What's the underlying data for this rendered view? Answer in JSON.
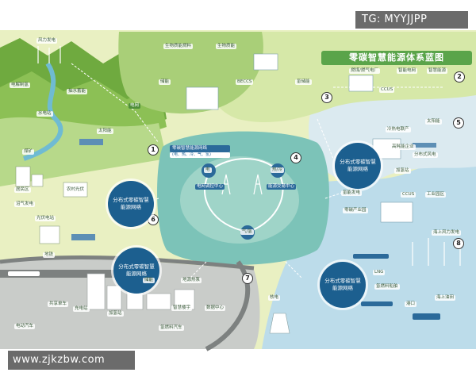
{
  "watermark_top": "TG: MYYJJPP",
  "watermark_bottom": "www.zjkzbw.com",
  "title": "零碳智慧能源体系蓝图",
  "colors": {
    "mountain_green": "#6faa3f",
    "light_green": "#b7d98a",
    "pale_yellow": "#e9f0c2",
    "teal_center": "#7cc3b8",
    "sea_blue": "#bcdcea",
    "deep_blue": "#2b6a9a",
    "city_gray": "#c9ccc9",
    "road_gray": "#7d8180"
  },
  "numbers": [
    "1",
    "2",
    "3",
    "4",
    "5",
    "6",
    "7",
    "8"
  ],
  "hubs": {
    "west": "分布式零碳智慧能源网络",
    "east": "分布式零碳智慧能源网络",
    "city": "分布式零碳智慧能源网络",
    "south": "分布式零碳智慧能源网络"
  },
  "center": {
    "title": "零碳智慧能源网络",
    "subtitle": "(电、热、冷、气、氢)",
    "grid_center": "电网调控中心",
    "trade_center": "能源交易中心",
    "node_top_left": "电",
    "node_top_right": "热/冷",
    "node_bottom": "气/氢"
  },
  "labels": [
    {
      "id": "wind_power",
      "text": "风力发电"
    },
    {
      "id": "pumped_storage",
      "text": "抽水蓄能"
    },
    {
      "id": "hydro",
      "text": "水电站"
    },
    {
      "id": "electrolysis",
      "text": "电解制氢"
    },
    {
      "id": "grid",
      "text": "电网"
    },
    {
      "id": "solar_top",
      "text": "太阳能"
    },
    {
      "id": "coal_mine",
      "text": "煤矿"
    },
    {
      "id": "biofuel",
      "text": "生物质能燃料"
    },
    {
      "id": "bioenergy",
      "text": "生物质能"
    },
    {
      "id": "beccs",
      "text": "BECCS"
    },
    {
      "id": "storage_top",
      "text": "储能"
    },
    {
      "id": "hydrogen_store",
      "text": "氢储能"
    },
    {
      "id": "gas_plant",
      "text": "燃煤/燃气电厂"
    },
    {
      "id": "smart_grid",
      "text": "智能电网"
    },
    {
      "id": "smart_meter",
      "text": "智慧能源"
    },
    {
      "id": "ccus_top",
      "text": "CCUS"
    },
    {
      "id": "solar_right",
      "text": "太阳能"
    },
    {
      "id": "cold_storage",
      "text": "冷热电联产"
    },
    {
      "id": "wind_offshore_dist",
      "text": "分布式风电"
    },
    {
      "id": "hydrogen_station_r",
      "text": "加氢站"
    },
    {
      "id": "ccus_mid",
      "text": "CCUS"
    },
    {
      "id": "industrial",
      "text": "工业园区"
    },
    {
      "id": "energy_trade",
      "text": "高耗能企业"
    },
    {
      "id": "hydrogen_power",
      "text": "氢能发电"
    },
    {
      "id": "zero_carbon_park",
      "text": "零碳产业园"
    },
    {
      "id": "offshore_wind",
      "text": "海上风力发电"
    },
    {
      "id": "lng",
      "text": "LNG"
    },
    {
      "id": "hydrogen_ship",
      "text": "氢燃料船舶"
    },
    {
      "id": "port",
      "text": "港口"
    },
    {
      "id": "offshore_platform",
      "text": "海上油田"
    },
    {
      "id": "nuclear",
      "text": "核电"
    },
    {
      "id": "residential",
      "text": "居民区"
    },
    {
      "id": "rural_solar",
      "text": "农村光伏"
    },
    {
      "id": "solar_farm",
      "text": "光伏电站"
    },
    {
      "id": "biogas",
      "text": "沼气发电"
    },
    {
      "id": "charging",
      "text": "充电站"
    },
    {
      "id": "hydrogen_station",
      "text": "加氢站"
    },
    {
      "id": "ev",
      "text": "电动汽车"
    },
    {
      "id": "bike",
      "text": "共享单车"
    },
    {
      "id": "metro",
      "text": "地铁"
    },
    {
      "id": "building",
      "text": "智慧楼宇"
    },
    {
      "id": "data_center",
      "text": "数据中心"
    },
    {
      "id": "car",
      "text": "氢燃料汽车"
    },
    {
      "id": "storage_city",
      "text": "储能"
    },
    {
      "id": "ghp",
      "text": "地源热泵"
    }
  ]
}
